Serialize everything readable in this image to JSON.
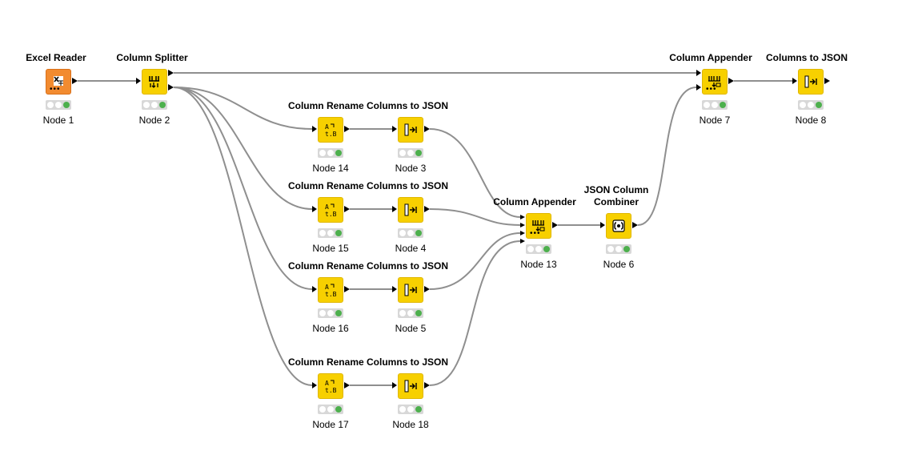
{
  "nodes": {
    "n1": {
      "title": "Excel Reader",
      "label": "Node 1",
      "kind": "excel-reader",
      "color": "#f28b30"
    },
    "n2": {
      "title": "Column Splitter",
      "label": "Node 2",
      "kind": "column-splitter",
      "color": "#f7d000"
    },
    "n14": {
      "title": "Column Rename",
      "label": "Node 14",
      "kind": "column-rename",
      "color": "#f7d000"
    },
    "n3": {
      "title": "Columns to JSON",
      "label": "Node 3",
      "kind": "columns-to-json",
      "color": "#f7d000"
    },
    "n15": {
      "title": "Column Rename",
      "label": "Node 15",
      "kind": "column-rename",
      "color": "#f7d000"
    },
    "n4": {
      "title": "Columns to JSON",
      "label": "Node 4",
      "kind": "columns-to-json",
      "color": "#f7d000"
    },
    "n16": {
      "title": "Column Rename",
      "label": "Node 16",
      "kind": "column-rename",
      "color": "#f7d000"
    },
    "n5": {
      "title": "Columns to JSON",
      "label": "Node 5",
      "kind": "columns-to-json",
      "color": "#f7d000"
    },
    "n17": {
      "title": "Column Rename",
      "label": "Node 17",
      "kind": "column-rename",
      "color": "#f7d000"
    },
    "n18": {
      "title": "Columns to JSON",
      "label": "Node 18",
      "kind": "columns-to-json",
      "color": "#f7d000"
    },
    "n13": {
      "title": "Column Appender",
      "label": "Node 13",
      "kind": "column-appender",
      "color": "#f7d000"
    },
    "n6": {
      "title_line1": "JSON Column",
      "title_line2": "Combiner",
      "label": "Node 6",
      "kind": "json-column-combiner",
      "color": "#f7d000"
    },
    "n7": {
      "title": "Column Appender",
      "label": "Node 7",
      "kind": "column-appender",
      "color": "#f7d000"
    },
    "n8": {
      "title": "Columns to JSON",
      "label": "Node 8",
      "kind": "columns-to-json",
      "color": "#f7d000"
    }
  },
  "node_status": "executed",
  "edges": [
    [
      "n1",
      "n2"
    ],
    [
      "n2",
      "n7"
    ],
    [
      "n2",
      "n14"
    ],
    [
      "n2",
      "n15"
    ],
    [
      "n2",
      "n16"
    ],
    [
      "n2",
      "n17"
    ],
    [
      "n14",
      "n3"
    ],
    [
      "n15",
      "n4"
    ],
    [
      "n16",
      "n5"
    ],
    [
      "n17",
      "n18"
    ],
    [
      "n3",
      "n13"
    ],
    [
      "n4",
      "n13"
    ],
    [
      "n5",
      "n13"
    ],
    [
      "n18",
      "n13"
    ],
    [
      "n13",
      "n6"
    ],
    [
      "n6",
      "n7"
    ],
    [
      "n7",
      "n8"
    ]
  ],
  "colors": {
    "edge": "#8f8f8f",
    "node_yellow": "#f7d000",
    "node_orange": "#f28b30",
    "status_green": "#4db04d"
  }
}
